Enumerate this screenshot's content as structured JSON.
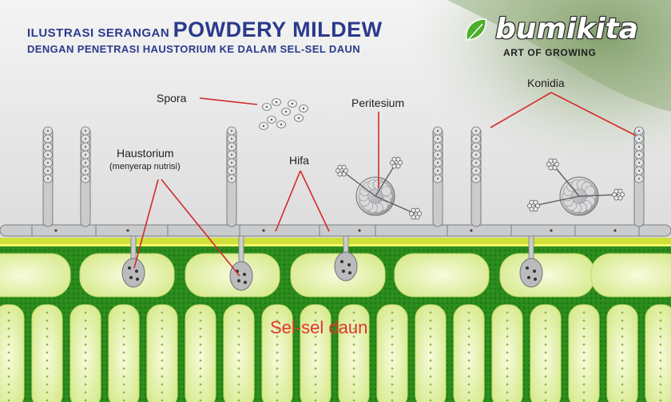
{
  "header": {
    "title_prefix": "ILUSTRASI SERANGAN",
    "title_highlight": "POWDERY MILDEW",
    "subtitle": "DENGAN PENETRASI HAUSTORIUM KE DALAM SEL-SEL DAUN"
  },
  "logo": {
    "name": "bumikita",
    "tagline": "ART OF GROWING"
  },
  "labels": {
    "spora": "Spora",
    "haustorium": "Haustorium",
    "haustorium_note": "(menyerap nutrisi)",
    "hifa": "Hifa",
    "peritesium": "Peritesium",
    "konidia": "Konidia",
    "leaf_cells": "Sel-sel daun"
  },
  "colors": {
    "title": "#2b3a8c",
    "pointer_lines": "#d42a2a",
    "leaf_green": "#2e8b1e",
    "cell_fill": "#e9f4b8",
    "fungus_gray": "#c9cbcc"
  }
}
